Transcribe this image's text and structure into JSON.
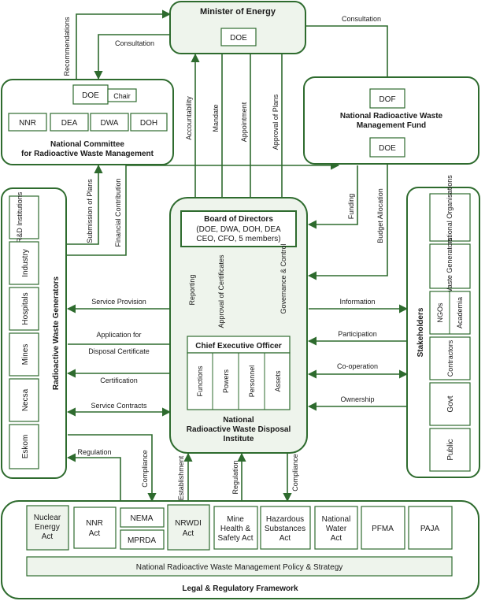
{
  "colors": {
    "accent": "#2e6b2e",
    "panel_fill": "#eef4ec",
    "text": "#1a1a1a"
  },
  "minister": {
    "title": "Minister of Energy",
    "dept": "DOE"
  },
  "committee": {
    "doe": "DOE",
    "chair": "Chair",
    "members": [
      "NNR",
      "DEA",
      "DWA",
      "DOH"
    ],
    "title_line1": "National Committee",
    "title_line2": "for Radioactive Waste Management"
  },
  "fund": {
    "dof": "DOF",
    "doe": "DOE",
    "title_line1": "National Radioactive Waste",
    "title_line2": "Management Fund"
  },
  "generators": {
    "title": "Radioactive Waste Generators",
    "items": [
      "R&D Institutions",
      "Industry",
      "Hospitals",
      "Mines",
      "Necsa",
      "Eskom"
    ]
  },
  "stakeholders": {
    "title": "Stakeholders",
    "items": [
      "International Organisations",
      "Waste Generators",
      "NGOs",
      "Academia",
      "Contractors",
      "Govt",
      "Public"
    ]
  },
  "board": {
    "title": "Board of Directors",
    "line2": "(DOE, DWA, DOH, DEA",
    "line3": "CEO, CFO, 5 members)"
  },
  "ceo": {
    "title": "Chief Executive Officer",
    "columns": [
      "Functions",
      "Powers",
      "Personnel",
      "Assets"
    ]
  },
  "institute": {
    "line1": "National",
    "line2": "Radioactive Waste Disposal",
    "line3": "Institute"
  },
  "legal": {
    "title": "Legal & Regulatory Framework",
    "policy": "National Radioactive Waste Management Policy & Strategy",
    "acts": {
      "nuclear": [
        "Nuclear",
        "Energy",
        "Act"
      ],
      "nnr": [
        "NNR",
        "Act"
      ],
      "nema": "NEMA",
      "mprda": "MPRDA",
      "nrwdi": [
        "NRWDI",
        "Act"
      ],
      "mine": [
        "Mine",
        "Health &",
        "Safety Act"
      ],
      "hazardous": [
        "Hazardous",
        "Substances",
        "Act"
      ],
      "water": [
        "National",
        "Water",
        "Act"
      ],
      "pfma": "PFMA",
      "paja": "PAJA"
    }
  },
  "labels": {
    "recommendations": "Recommendations",
    "consultation_left": "Consultation",
    "consultation_right": "Consultation",
    "accountability": "Accountability",
    "mandate": "Mandate",
    "appointment": "Appointment",
    "approval_plans": "Approval of Plans",
    "submission_plans": "Submission of Plans",
    "financial_contribution": "Financial Contribution",
    "funding": "Funding",
    "budget_allocation": "Budget Allocation",
    "service_provision": "Service Provision",
    "application_for": "Application for",
    "disposal_certificate": "Disposal Certificate",
    "certification": "Certification",
    "service_contracts": "Service Contracts",
    "reporting": "Reporting",
    "approval_certificates": "Approval of Certificates",
    "governance_control": "Governance & Control",
    "information": "Information",
    "participation": "Participation",
    "cooperation": "Co-operation",
    "ownership": "Ownership",
    "regulation_left": "Regulation",
    "compliance_left": "Compliance",
    "establishment": "Establishment",
    "regulation_mid": "Regulation",
    "compliance_mid": "Compliance"
  }
}
